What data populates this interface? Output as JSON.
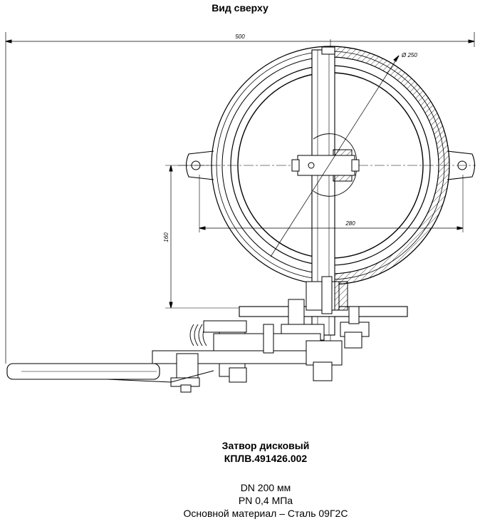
{
  "view_title": "Вид сверху",
  "dimensions": {
    "overall_width": "500",
    "diameter": "Ø 250",
    "bolt_span": "280",
    "height": "160"
  },
  "caption": {
    "title": "Затвор дисковый",
    "code": "КПЛВ.491426.002"
  },
  "specs": {
    "dn": "DN 200 мм",
    "pn": "PN 0,4 МПа",
    "material": "Основной материал – Сталь 09Г2С"
  }
}
